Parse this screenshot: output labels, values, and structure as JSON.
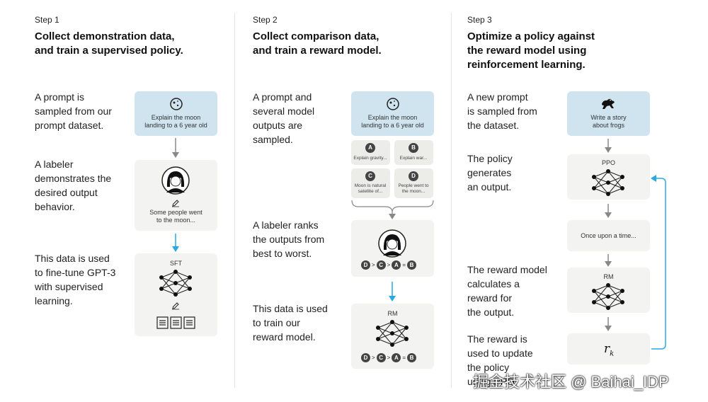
{
  "steps": [
    {
      "label": "Step 1",
      "title": [
        "Collect demonstration data,",
        "and train a supervised policy."
      ],
      "descs": [
        [
          "A prompt is",
          "sampled from our",
          "prompt dataset."
        ],
        [
          "A labeler",
          "demonstrates the",
          "desired output",
          "behavior."
        ],
        [
          "This data is used",
          "to fine-tune GPT-3",
          "with supervised",
          "learning."
        ]
      ],
      "prompt_text": [
        "Explain the moon",
        "landing to a 6 year old"
      ],
      "labeler_output": [
        "Some people went",
        "to the moon..."
      ],
      "model_label": "SFT"
    },
    {
      "label": "Step 2",
      "title": [
        "Collect comparison data,",
        "and train a reward model."
      ],
      "descs": [
        [
          "A prompt and",
          "several model",
          "outputs are",
          "sampled."
        ],
        [
          "A labeler ranks",
          "the outputs from",
          "best to worst."
        ],
        [
          "This data is used",
          "to train our",
          "reward model."
        ]
      ],
      "prompt_text": [
        "Explain the moon",
        "landing to a 6 year old"
      ],
      "outputs": [
        {
          "badge": "A",
          "text": [
            "Explain gravity..."
          ]
        },
        {
          "badge": "B",
          "text": [
            "Explain war..."
          ]
        },
        {
          "badge": "C",
          "text": [
            "Moon is natural",
            "satellite of..."
          ]
        },
        {
          "badge": "D",
          "text": [
            "People went to",
            "the moon..."
          ]
        }
      ],
      "ranking": [
        "D",
        ">",
        "C",
        ">",
        "A",
        "=",
        "B"
      ],
      "model_label": "RM"
    },
    {
      "label": "Step 3",
      "title": [
        "Optimize a policy against",
        "the reward model using",
        "reinforcement learning."
      ],
      "descs": [
        [
          "A new prompt",
          "is sampled from",
          "the dataset."
        ],
        [
          "The policy",
          "generates",
          "an output."
        ],
        [
          "The reward model",
          "calculates a",
          "reward for",
          "the output."
        ],
        [
          "The reward is",
          "used to update",
          "the policy",
          "using PPO."
        ]
      ],
      "prompt_text": [
        "Write a story",
        "about frogs"
      ],
      "policy_label": "PPO",
      "output_text": "Once upon a time...",
      "model_label": "RM",
      "reward_symbol": "r",
      "reward_sub": "k"
    }
  ],
  "watermark": "掘金技术社区 @ Baihai_IDP",
  "colors": {
    "blue_box": "#cfe4ef",
    "gray_box": "#f3f3f1",
    "accent_arrow": "#29a9e0",
    "gray_arrow": "#888888"
  }
}
